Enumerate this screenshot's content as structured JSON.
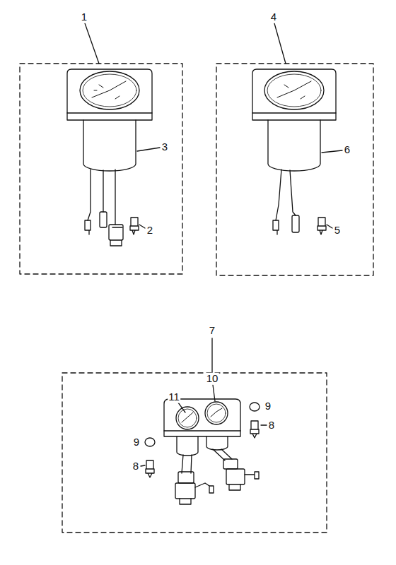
{
  "diagram": {
    "labels": [
      "1",
      "4",
      "3",
      "2",
      "6",
      "5",
      "7",
      "10",
      "11",
      "9",
      "8",
      "9",
      "8"
    ]
  }
}
